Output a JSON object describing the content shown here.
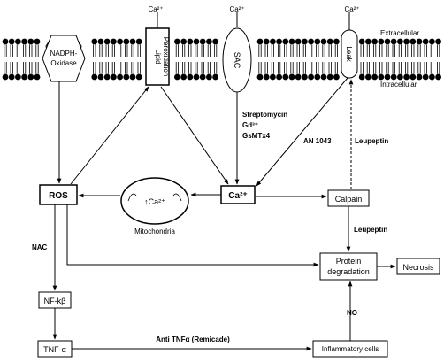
{
  "membrane": {
    "extracellular_label": "Extracellular",
    "intracellular_label": "Intracellular"
  },
  "channels": {
    "nadph_line1": "NADPH-",
    "nadph_line2": "Oxidase",
    "lipid_line1": "Lipid",
    "lipid_line2": "Peroxidation",
    "sac": "SAC",
    "leak": "Leak"
  },
  "ca_labels": {
    "lipid_top": "Ca²⁺",
    "sac_top": "Ca²⁺",
    "leak_top": "Ca²⁺"
  },
  "nodes": {
    "ros": "ROS",
    "ca_center": "Ca²⁺",
    "calpain": "Calpain",
    "protein_line1": "Protein",
    "protein_line2": "degradation",
    "necrosis": "Necrosis",
    "nfkb": "NF-kβ",
    "tnfa": "TNF-α",
    "inflammatory": "Inflammatory cells",
    "mito_ca": "↑Ca²⁺",
    "mitochondria": "Mitochondria"
  },
  "inhibitors": {
    "streptomycin": "Streptomycin",
    "gd": "Gd³⁺",
    "gsmtx4": "GsMTx4",
    "an1043": "AN 1043",
    "leupeptin_upper": "Leupeptin",
    "leupeptin_lower": "Leupeptin",
    "nac": "NAC",
    "no": "NO",
    "anti_tnf": "Anti TNFα (Remicade)"
  }
}
